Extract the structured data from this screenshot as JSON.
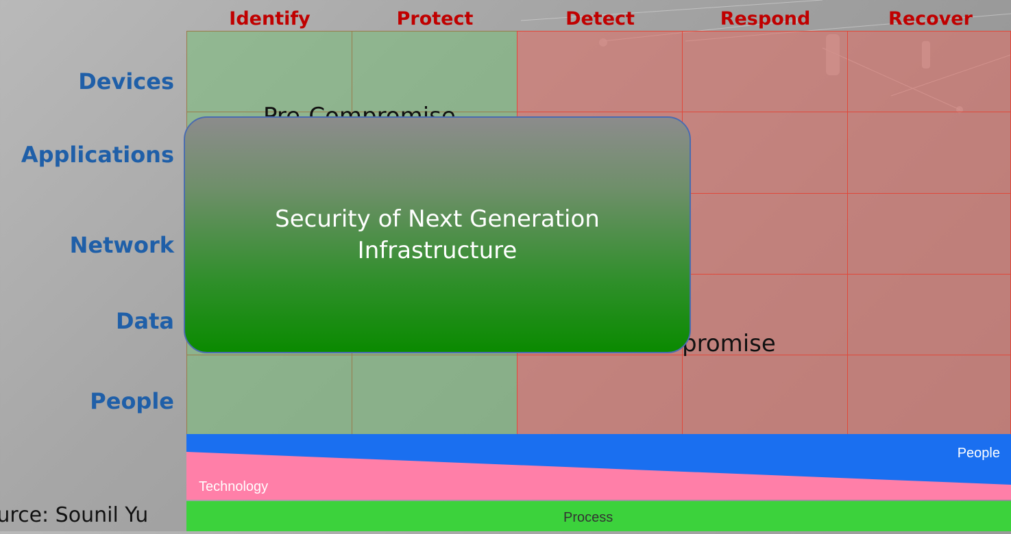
{
  "columns": [
    "Identify",
    "Protect",
    "Detect",
    "Respond",
    "Recover"
  ],
  "rows": [
    "Devices",
    "Applications",
    "Network",
    "Data",
    "People"
  ],
  "hidden_labels": {
    "pre": "Pre-Compromise",
    "post": "Post-Compromise",
    "pre_visible": "Pre-Compromise",
    "post_visible": "promise"
  },
  "overlay": {
    "text": "Security of Next Generation Infrastructure"
  },
  "bands": {
    "people": "People",
    "technology": "Technology",
    "process": "Process"
  },
  "source": "Source: Sounil Yu",
  "colors": {
    "header": "#c00000",
    "row_label": "#1f5fa8",
    "green_cell": "#78be78",
    "red_cell": "#e16e64",
    "people_band": "#1a6ff0",
    "technology_band": "#ff7fa8",
    "process_band": "#3cd23c"
  }
}
